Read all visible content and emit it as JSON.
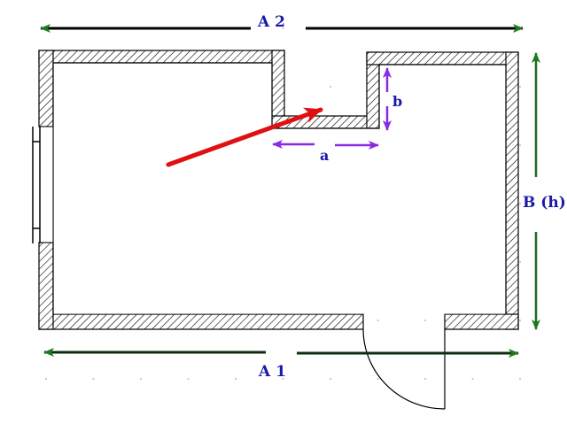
{
  "labels": {
    "a2": "A 2",
    "a1": "A 1",
    "b_h": "B (h)",
    "a": "a",
    "b": "b"
  },
  "colors": {
    "dimension_arrow": "#1e6b1e",
    "niche_arrow": "#8a2be2",
    "pointer_arrow": "#e01010",
    "label": "#1a1aa8",
    "wall": "#000000"
  }
}
